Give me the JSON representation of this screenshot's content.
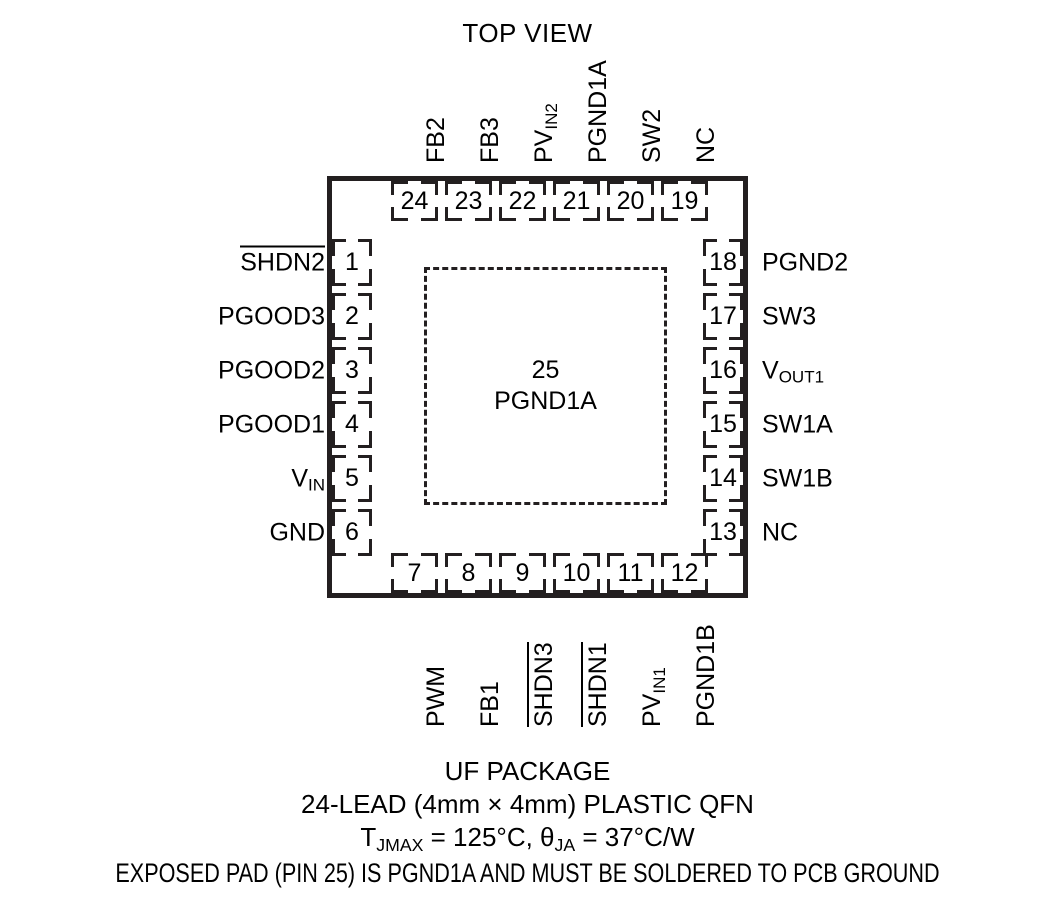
{
  "title": "TOP VIEW",
  "package": {
    "exposed_pad": {
      "pin_number": "25",
      "name": "PGND1A"
    }
  },
  "pins": {
    "left": [
      {
        "number": "1",
        "label": "SHDN2",
        "overline": true,
        "subscript": ""
      },
      {
        "number": "2",
        "label": "PGOOD3",
        "overline": false,
        "subscript": ""
      },
      {
        "number": "3",
        "label": "PGOOD2",
        "overline": false,
        "subscript": ""
      },
      {
        "number": "4",
        "label": "PGOOD1",
        "overline": false,
        "subscript": ""
      },
      {
        "number": "5",
        "label": "V",
        "overline": false,
        "subscript": "IN"
      },
      {
        "number": "6",
        "label": "GND",
        "overline": false,
        "subscript": ""
      }
    ],
    "bottom": [
      {
        "number": "7",
        "label": "PWM",
        "overline": false,
        "subscript": ""
      },
      {
        "number": "8",
        "label": "FB1",
        "overline": false,
        "subscript": ""
      },
      {
        "number": "9",
        "label": "SHDN3",
        "overline": true,
        "subscript": ""
      },
      {
        "number": "10",
        "label": "SHDN1",
        "overline": true,
        "subscript": ""
      },
      {
        "number": "11",
        "label": "PV",
        "overline": false,
        "subscript": "IN1"
      },
      {
        "number": "12",
        "label": "PGND1B",
        "overline": false,
        "subscript": ""
      }
    ],
    "right": [
      {
        "number": "13",
        "label": "NC",
        "overline": false,
        "subscript": ""
      },
      {
        "number": "14",
        "label": "SW1B",
        "overline": false,
        "subscript": ""
      },
      {
        "number": "15",
        "label": "SW1A",
        "overline": false,
        "subscript": ""
      },
      {
        "number": "16",
        "label": "V",
        "overline": false,
        "subscript": "OUT1"
      },
      {
        "number": "17",
        "label": "SW3",
        "overline": false,
        "subscript": ""
      },
      {
        "number": "18",
        "label": "PGND2",
        "overline": false,
        "subscript": ""
      }
    ],
    "top": [
      {
        "number": "19",
        "label": "NC",
        "overline": false,
        "subscript": ""
      },
      {
        "number": "20",
        "label": "SW2",
        "overline": false,
        "subscript": ""
      },
      {
        "number": "21",
        "label": "PGND1A",
        "overline": false,
        "subscript": ""
      },
      {
        "number": "22",
        "label": "PV",
        "overline": false,
        "subscript": "IN2"
      },
      {
        "number": "23",
        "label": "FB3",
        "overline": false,
        "subscript": ""
      },
      {
        "number": "24",
        "label": "FB2",
        "overline": false,
        "subscript": ""
      }
    ]
  },
  "caption": {
    "line1": "UF PACKAGE",
    "line2": "24-LEAD (4mm × 4mm) PLASTIC QFN",
    "line3_prefix": "T",
    "line3_sub1": "JMAX",
    "line3_mid": " = 125°C, θ",
    "line3_sub2": "JA",
    "line3_suffix": " = 37°C/W",
    "line4": "EXPOSED PAD (PIN 25) IS PGND1A AND MUST BE SOLDERED TO PCB GROUND"
  },
  "colors": {
    "ink": "#231f20",
    "background": "#ffffff"
  }
}
